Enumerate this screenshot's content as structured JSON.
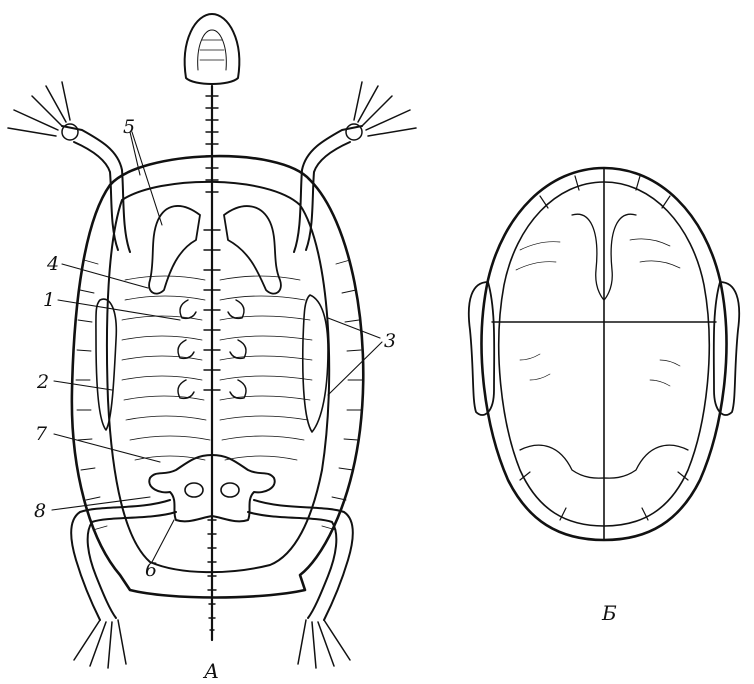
{
  "figure": {
    "panel_a": {
      "caption": "А",
      "labels": {
        "n1": "1",
        "n2": "2",
        "n3": "3",
        "n4": "4",
        "n5": "5",
        "n6": "6",
        "n7": "7",
        "n8": "8"
      }
    },
    "panel_b": {
      "caption": "Б"
    }
  },
  "colors": {
    "ink": "#111111",
    "background": "#ffffff"
  }
}
